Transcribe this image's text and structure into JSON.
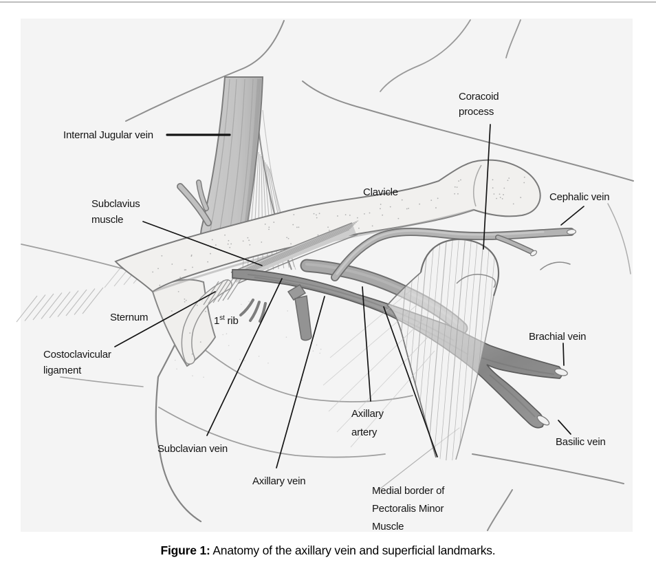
{
  "figure": {
    "caption_bold": "Figure 1:",
    "caption_rest": " Anatomy of the axillary vein and superficial landmarks."
  },
  "labels": {
    "internal_jugular": {
      "line1": "Internal Jugular vein"
    },
    "subclavius": {
      "line1": "Subclavius",
      "line2": "muscle"
    },
    "clavicle": {
      "line1": "Clavicle"
    },
    "coracoid": {
      "line1": "Coracoid",
      "line2": "process"
    },
    "cephalic": {
      "line1": "Cephalic vein"
    },
    "sternum": {
      "line1": "Sternum"
    },
    "first_rib": {
      "num": "1",
      "sup": "st",
      "rest": " rib"
    },
    "costoclavicular": {
      "line1": "Costoclavicular",
      "line2": "ligament"
    },
    "subclavian": {
      "line1": "Subclavian vein"
    },
    "axillary_vein": {
      "line1": "Axillary vein"
    },
    "axillary_artery": {
      "line1": "Axillary",
      "line2": "artery"
    },
    "medial_border": {
      "line1": "Medial border of",
      "line2": "Pectoralis Minor",
      "line3": "Muscle"
    },
    "brachial": {
      "line1": "Brachial vein"
    },
    "basilic": {
      "line1": "Basilic vein"
    }
  },
  "colors": {
    "paper": "#f4f4f4",
    "ink": "#141414",
    "sketch": "#8a8a8a"
  }
}
